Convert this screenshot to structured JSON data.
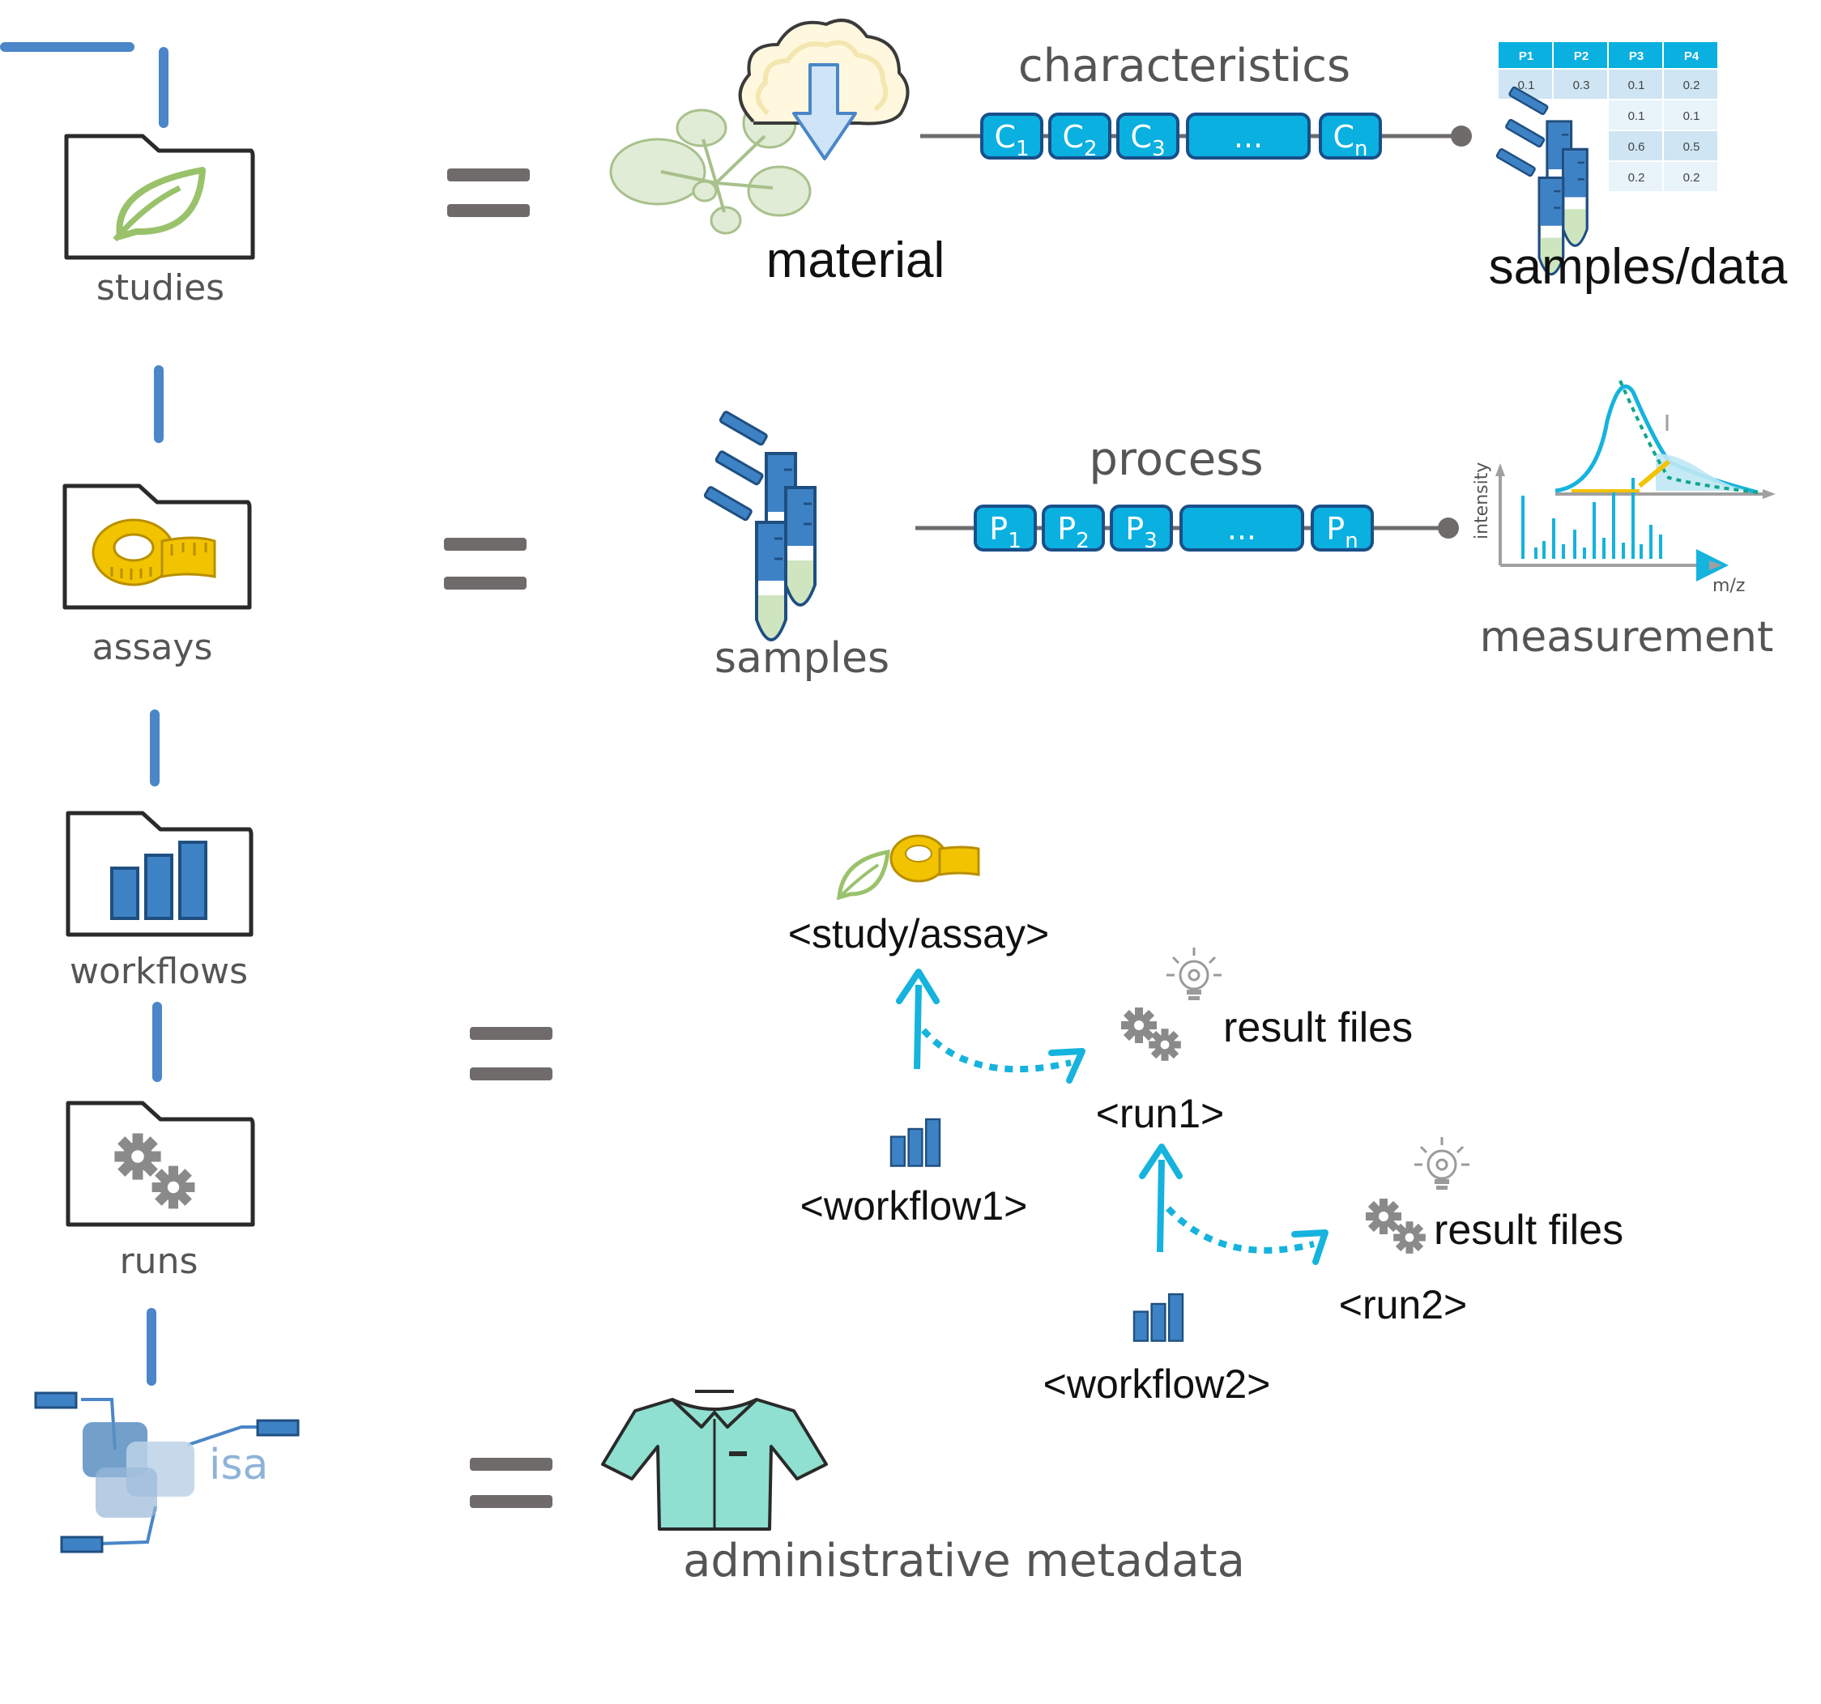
{
  "colors": {
    "accent_blue": "#4a86c8",
    "chip_fill": "#0ab0e0",
    "chip_border": "#1a4f8a",
    "leaf_green": "#9ac26b",
    "tape_yellow": "#f2c300",
    "bars_blue": "#3e82c6",
    "gear_grey": "#8a8a8a",
    "arrow_cyan": "#15b3dd",
    "shirt_mint": "#8fe0d0",
    "equals_grey": "#6f6b6b"
  },
  "left_column": {
    "studies": {
      "label": "studies",
      "icon": "leaf-icon"
    },
    "assays": {
      "label": "assays",
      "icon": "measuring-tape-icon"
    },
    "workflows": {
      "label": "workflows",
      "icon": "bar-chart-icon"
    },
    "runs": {
      "label": "runs",
      "icon": "gears-icon"
    },
    "isa": {
      "label": "isa",
      "icon": "isa-logo"
    }
  },
  "row1": {
    "title": "characteristics",
    "left_label": "material",
    "right_label": "samples/data",
    "chips": [
      {
        "base": "C",
        "sub": "1"
      },
      {
        "base": "C",
        "sub": "2"
      },
      {
        "base": "C",
        "sub": "3"
      },
      {
        "base": "...",
        "sub": ""
      },
      {
        "base": "C",
        "sub": "n"
      }
    ],
    "table": {
      "headers": [
        "P1",
        "P2",
        "P3",
        "P4"
      ],
      "rows": [
        [
          "0.1",
          "0.3",
          "0.1",
          "0.2"
        ],
        [
          "",
          "",
          "0.1",
          "0.1"
        ],
        [
          "",
          "",
          "0.6",
          "0.5"
        ],
        [
          "",
          "",
          "0.2",
          "0.2"
        ]
      ]
    }
  },
  "row2": {
    "title": "process",
    "left_label": "samples",
    "right_label": "measurement",
    "chips": [
      {
        "base": "P",
        "sub": "1"
      },
      {
        "base": "P",
        "sub": "2"
      },
      {
        "base": "P",
        "sub": "3"
      },
      {
        "base": "...",
        "sub": ""
      },
      {
        "base": "P",
        "sub": "n"
      }
    ],
    "spectrum": {
      "y_label": "intensity",
      "x_label": "m/z"
    }
  },
  "row3": {
    "study_assay": "<study/assay>",
    "workflow1": "<workflow1>",
    "run1": "<run1>",
    "result_files_1": "result files",
    "workflow2": "<workflow2>",
    "run2": "<run2>",
    "result_files_2": "result files"
  },
  "row4": {
    "label": "administrative metadata"
  }
}
